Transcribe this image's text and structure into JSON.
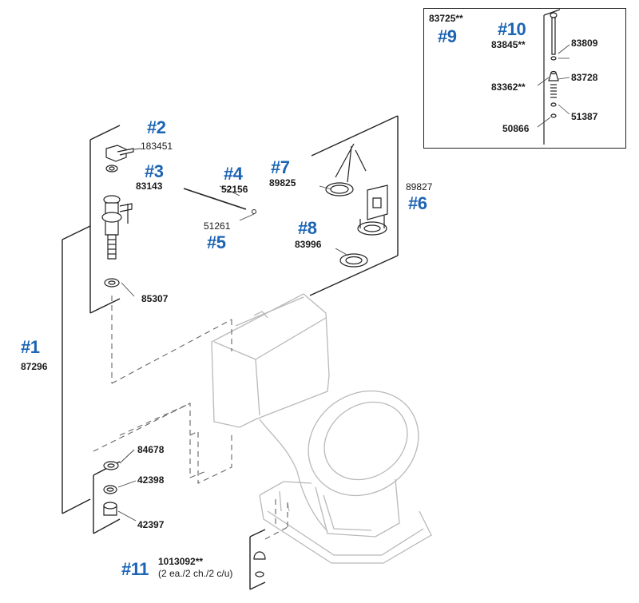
{
  "refs": {
    "r1": "#1",
    "r2": "#2",
    "r3": "#3",
    "r4": "#4",
    "r5": "#5",
    "r6": "#6",
    "r7": "#7",
    "r8": "#8",
    "r9": "#9",
    "r10": "#10",
    "r11": "#11"
  },
  "parts": {
    "p87296": "87296",
    "p183451": "183451",
    "p83143": "83143",
    "p52156": "52156",
    "p51261": "51261",
    "p89825": "89825",
    "p89827": "89827",
    "p83996": "83996",
    "p85307": "85307",
    "p84678": "84678",
    "p42398": "42398",
    "p42397": "42397",
    "p1013092": "1013092**",
    "p1013092_note": "(2 ea./2 ch./2 c/u)",
    "p83725": "83725**",
    "p83845": "83845**",
    "p83809": "83809",
    "p83362": "83362**",
    "p83728": "83728",
    "p51387": "51387",
    "p50866": "50866"
  }
}
